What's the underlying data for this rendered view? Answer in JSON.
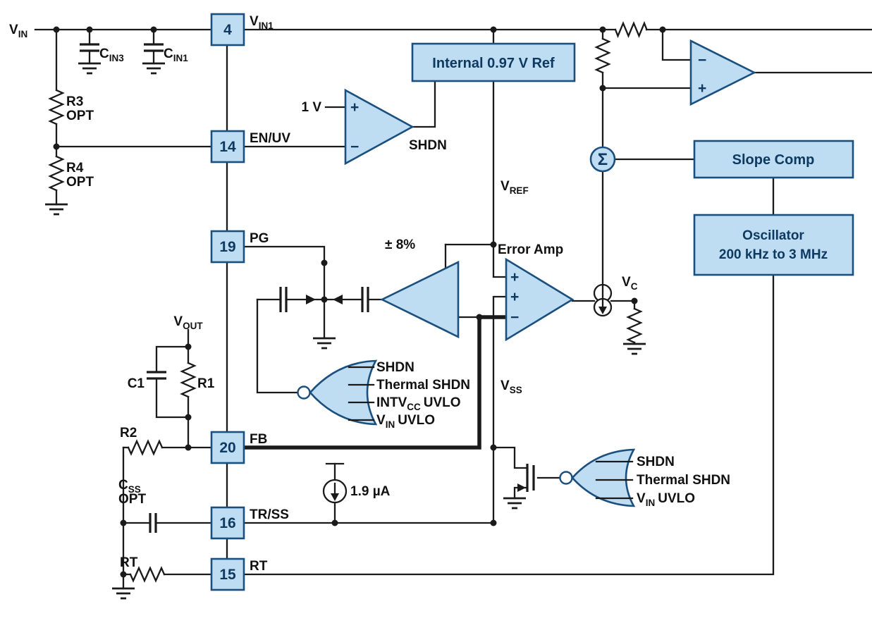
{
  "colors": {
    "shape_fill": "#BEDDF2",
    "shape_stroke": "#1B4F7E",
    "block_text": "#0E3A61",
    "wire": "#1A1A1A"
  },
  "pins": [
    {
      "num": "4",
      "main": "V",
      "sub": "IN1"
    },
    {
      "num": "14",
      "main": "EN/UV",
      "sub": ""
    },
    {
      "num": "19",
      "main": "PG",
      "sub": ""
    },
    {
      "num": "20",
      "main": "FB",
      "sub": ""
    },
    {
      "num": "16",
      "main": "TR/SS",
      "sub": ""
    },
    {
      "num": "15",
      "main": "RT",
      "sub": ""
    }
  ],
  "blocks": {
    "ref": "Internal 0.97 V Ref",
    "slope": "Slope Comp",
    "osc1": "Oscillator",
    "osc2": "200 kHz to 3 MHz",
    "sigma": "Σ",
    "error_amp": "Error Amp",
    "window": "± 8%"
  },
  "ops": {
    "plus": "+",
    "minus": "−"
  },
  "labels": {
    "vin": {
      "main": "V",
      "sub": "IN"
    },
    "cin3": {
      "main": "C",
      "sub": "IN3"
    },
    "cin1": {
      "main": "C",
      "sub": "IN1"
    },
    "r3": "R3",
    "r3_opt": "OPT",
    "r4": "R4",
    "r4_opt": "OPT",
    "one_v": "1 V",
    "shdn": "SHDN",
    "vref": {
      "main": "V",
      "sub": "REF"
    },
    "vss": {
      "main": "V",
      "sub": "SS"
    },
    "vc": {
      "main": "V",
      "sub": "C"
    },
    "vout": {
      "main": "V",
      "sub": "OUT"
    },
    "c1": "C1",
    "r1": "R1",
    "r2": "R2",
    "css": {
      "main": "C",
      "sub": "SS"
    },
    "css_opt": "OPT",
    "rt": "RT",
    "iss": "1.9 µA"
  },
  "nor1_inputs": [
    {
      "main": "SHDN",
      "sub": "",
      "post": ""
    },
    {
      "main": "Thermal SHDN",
      "sub": "",
      "post": ""
    },
    {
      "main": "INTV",
      "sub": "CC",
      "post": "UVLO"
    },
    {
      "main": "V",
      "sub": "IN",
      "post": "UVLO"
    }
  ],
  "nor2_inputs": [
    {
      "main": "SHDN",
      "sub": "",
      "post": ""
    },
    {
      "main": "Thermal SHDN",
      "sub": "",
      "post": ""
    },
    {
      "main": "V",
      "sub": "IN",
      "post": "UVLO"
    }
  ]
}
